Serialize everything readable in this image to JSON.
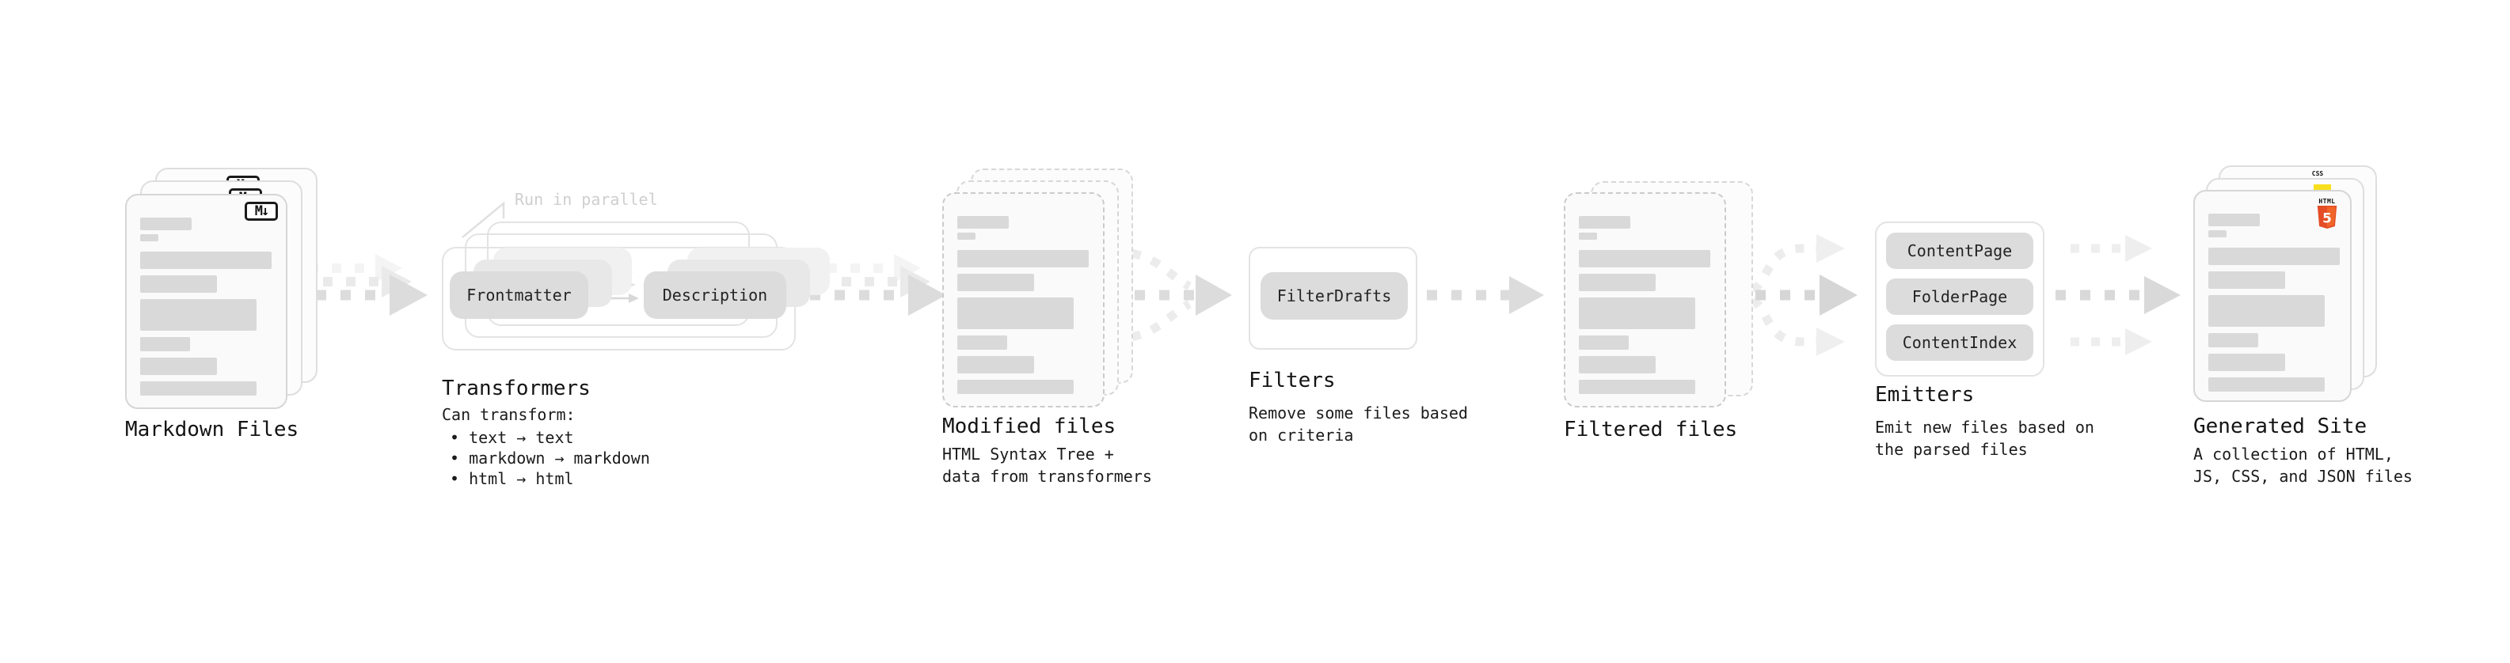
{
  "palette": {
    "bar_gray": "#d9d9d9",
    "pill_gray": "#dcdcdc",
    "arrow_gray": "#dcdcdc",
    "arrow_ghost": "#ececec",
    "annotation_gray": "#cfcfcf",
    "text": "#161616",
    "css_blue": "#2965f1",
    "js_yellow": "#f7df1e",
    "html5_orange": "#e44d26",
    "html5_orange_light": "#f16529"
  },
  "sections": {
    "markdown_files": {
      "label": "Markdown Files",
      "file_badge": "M↓"
    },
    "transformers": {
      "label": "Transformers",
      "annotation": "Run in parallel",
      "pills": [
        "Frontmatter",
        "Description"
      ],
      "desc_title": "Can transform:",
      "bullets": [
        "text → text",
        "markdown → markdown",
        "html → html"
      ]
    },
    "modified_files": {
      "label": "Modified files",
      "desc": [
        "HTML Syntax Tree +",
        "data from transformers"
      ]
    },
    "filters": {
      "label": "Filters",
      "pills": [
        "FilterDrafts"
      ],
      "desc": [
        "Remove some files based",
        "on criteria"
      ]
    },
    "filtered_files": {
      "label": "Filtered files"
    },
    "emitters": {
      "label": "Emitters",
      "pills": [
        "ContentPage",
        "FolderPage",
        "ContentIndex"
      ],
      "desc": [
        "Emit new files based on",
        "the parsed files"
      ]
    },
    "generated_site": {
      "label": "Generated Site",
      "desc": [
        "A collection of HTML,",
        "JS, CSS, and JSON files"
      ],
      "badges": {
        "html5_word": "HTML",
        "html5_number": "5",
        "css_word": "CSS"
      }
    }
  }
}
